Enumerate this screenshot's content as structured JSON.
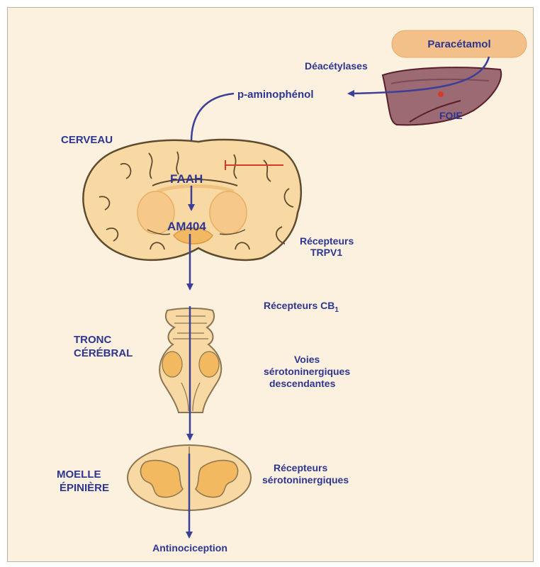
{
  "labels": {
    "paracetamol": "Paracétamol",
    "deacetylases": "Déacétylases",
    "p_aminophenol": "p-aminophénol",
    "foie": "FOIE",
    "cerveau": "CERVEAU",
    "faah": "FAAH",
    "am404": "AM404",
    "trpv1_line1": "Récepteurs",
    "trpv1_line2": "TRPV1",
    "cb1": "Récepteurs CB",
    "cb1_sub": "1",
    "tronc_line1": "TRONC",
    "tronc_line2": "CÉRÉBRAL",
    "voies_line1": "Voies",
    "voies_line2": "sérotoninergiques",
    "voies_line3": "descendantes",
    "moelle_line1": "MOELLE",
    "moelle_line2": "ÉPINIÈRE",
    "recepteurs_sero_line1": "Récepteurs",
    "recepteurs_sero_line2": "sérotoninergiques",
    "antinociception": "Antinociception"
  },
  "colors": {
    "background": "#fbf1de",
    "arrow": "#3b3f97",
    "text": "#2e3591",
    "organ_fill": "#f8d9a3",
    "organ_inner": "#f2b961",
    "organ_outline": "#5e4b2e",
    "liver_fill": "#9b6a73",
    "liver_outline": "#5a1e2b",
    "pill_fill": "#f3c08a",
    "inhibition": "#d63b2a"
  }
}
